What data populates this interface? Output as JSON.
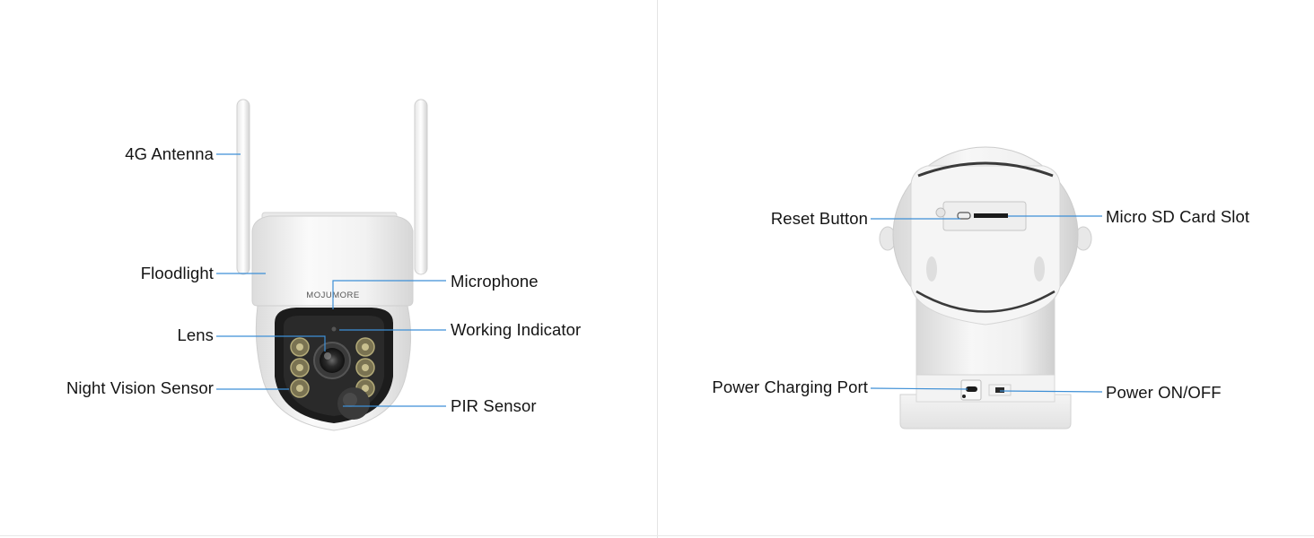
{
  "front_view": {
    "brand": "MOJUMORE",
    "labels": {
      "antenna": "4G Antenna",
      "floodlight": "Floodlight",
      "lens": "Lens",
      "night_vision": "Night Vision Sensor",
      "microphone": "Microphone",
      "working_indicator": "Working Indicator",
      "pir": "PIR Sensor"
    }
  },
  "back_view": {
    "labels": {
      "reset": "Reset Button",
      "sd_slot": "Micro SD Card Slot",
      "charging_port": "Power Charging Port",
      "power_switch": "Power ON/OFF"
    }
  },
  "colors": {
    "leader_line": "#3d8fd6",
    "camera_body": "#f4f4f4",
    "camera_face": "#1c1c1c"
  }
}
